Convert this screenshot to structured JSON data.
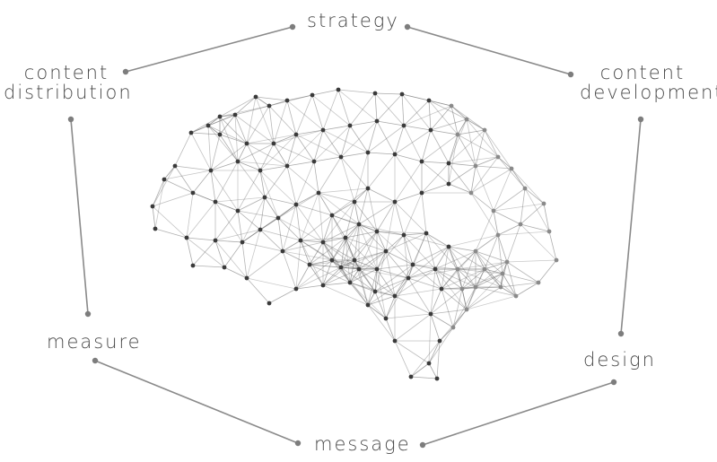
{
  "cycle": {
    "labels": {
      "strategy": "strategy",
      "content_development_1": "content",
      "content_development_2": "development",
      "design": "design",
      "message": "message",
      "measure": "measure",
      "content_distribution_1": "content",
      "content_distribution_2": "distribution"
    },
    "order": [
      "strategy",
      "content development",
      "design",
      "message",
      "measure",
      "content distribution"
    ]
  },
  "colors": {
    "text": "#4a4a4a",
    "connector": "#8a8a8a",
    "dot": "#7d7d7d",
    "brain_line": "#6e6e6e",
    "brain_node": "#3a3a3a"
  },
  "icons": [
    "brain-network-icon"
  ]
}
